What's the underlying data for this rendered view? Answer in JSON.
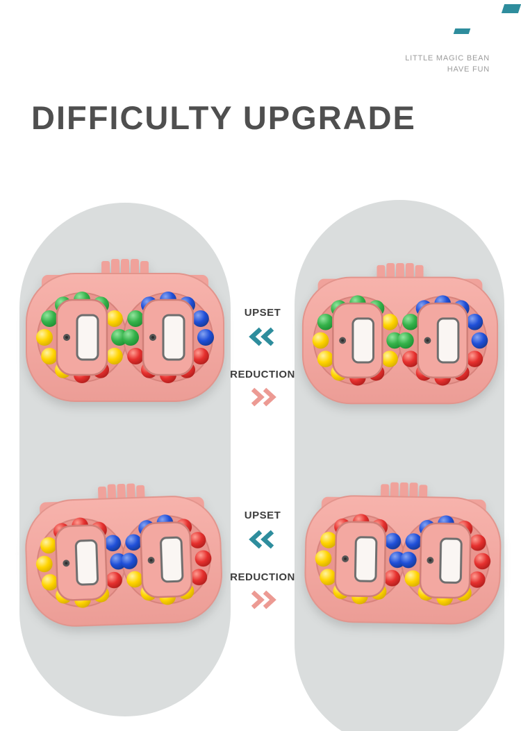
{
  "header": {
    "tagline_line1": "LITTLE MAGIC BEAN",
    "tagline_line2": "HAVE FUN"
  },
  "heading": {
    "title": "DIFFICULTY UPGRADE"
  },
  "annotations": [
    {
      "upset": "UPSET",
      "reduction": "REDUCTION"
    },
    {
      "upset": "UPSET",
      "reduction": "REDUCTION"
    }
  ],
  "icons": {
    "upset_direction": "double-chevron-left",
    "reduction_direction": "double-chevron-right",
    "corner_marks": "teal-dash-decoration"
  },
  "images": {
    "top_left": "magic-bean-puzzle-toy-photo",
    "top_right": "magic-bean-puzzle-toy-photo",
    "bottom_left": "magic-bean-puzzle-toy-photo",
    "bottom_right": "magic-bean-puzzle-toy-photo"
  },
  "colors": {
    "accent_teal": "#2e8d9d",
    "accent_pink": "#ec9a93",
    "toy_body_pink": "#f3a9a2",
    "capsule_gray": "#dadddd",
    "heading_gray": "#4f4f4f",
    "tagline_gray": "#9b9b9b",
    "bead_green": "#35b24a",
    "bead_yellow": "#ffd400",
    "bead_red": "#e5302e",
    "bead_blue": "#1f4fd8"
  }
}
